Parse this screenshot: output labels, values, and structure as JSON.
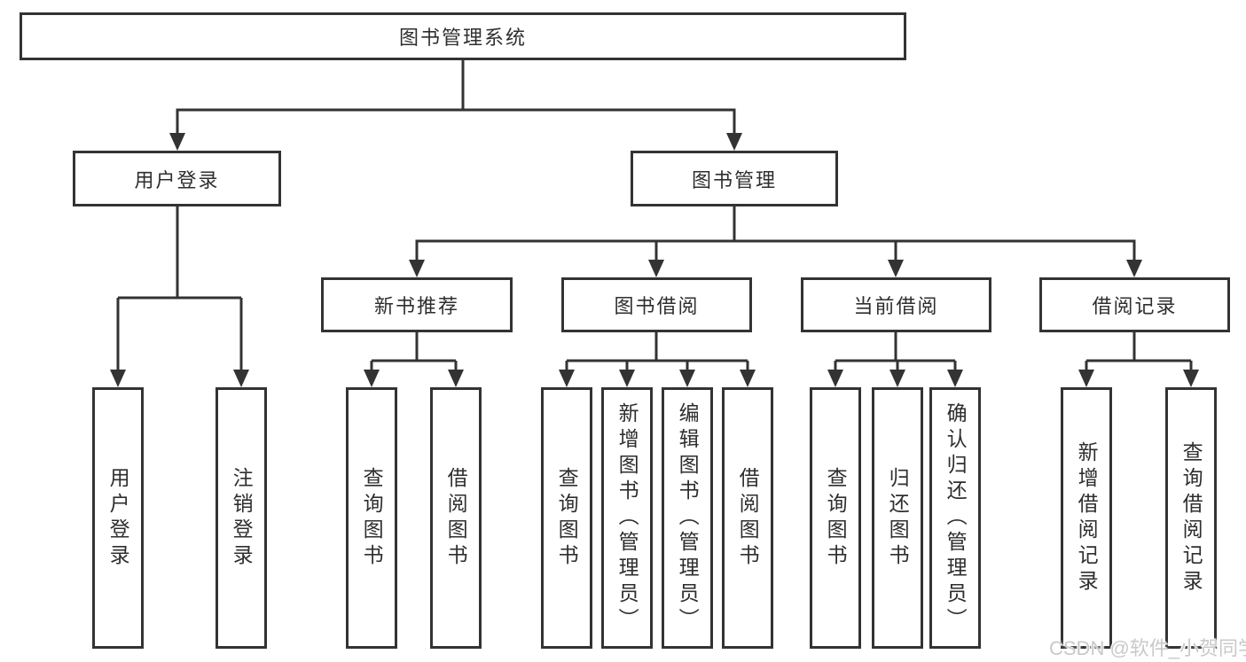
{
  "diagram": {
    "root": {
      "label": "图书管理系统"
    },
    "branches": [
      {
        "label": "用户登录",
        "children": [
          {
            "label": "用户登录"
          },
          {
            "label": "注销登录"
          }
        ]
      },
      {
        "label": "图书管理",
        "children": [
          {
            "label": "新书推荐",
            "children": [
              {
                "label": "查询图书"
              },
              {
                "label": "借阅图书"
              }
            ]
          },
          {
            "label": "图书借阅",
            "children": [
              {
                "label": "查询图书"
              },
              {
                "label": "新增图书（管理员）"
              },
              {
                "label": "编辑图书（管理员）"
              },
              {
                "label": "借阅图书"
              }
            ]
          },
          {
            "label": "当前借阅",
            "children": [
              {
                "label": "查询图书"
              },
              {
                "label": "归还图书"
              },
              {
                "label": "确认归还（管理员）"
              }
            ]
          },
          {
            "label": "借阅记录",
            "children": [
              {
                "label": "新增借阅记录"
              },
              {
                "label": "查询借阅记录"
              }
            ]
          }
        ]
      }
    ],
    "watermark": "CSDN @软件_小贺同学",
    "colors": {
      "line": "#333333",
      "text": "#2e2e2e",
      "watermark": "#c9c9c9",
      "background": "#ffffff"
    }
  }
}
